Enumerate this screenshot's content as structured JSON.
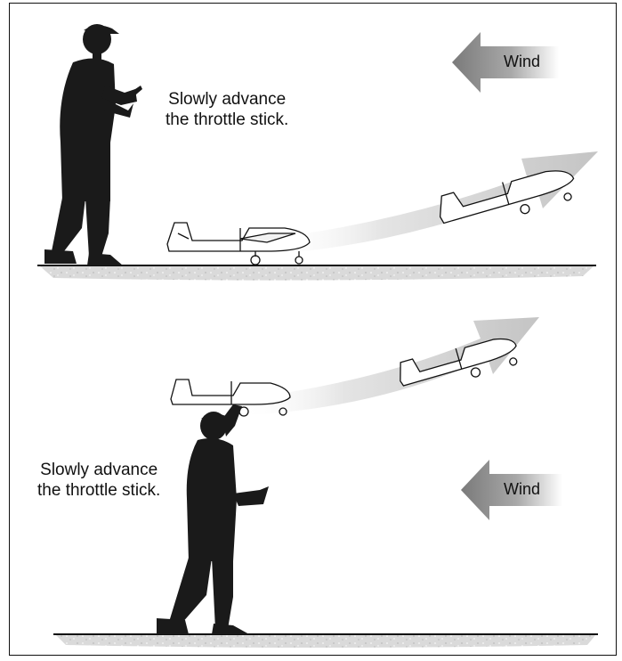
{
  "panels": [
    {
      "id": "ground-takeoff",
      "instruction": [
        "Slowly advance",
        "the throttle stick."
      ],
      "wind_label": "Wind"
    },
    {
      "id": "hand-launch",
      "instruction": [
        "Slowly advance",
        "the throttle stick."
      ],
      "wind_label": "Wind"
    }
  ],
  "colors": {
    "silhouette": "#1a1a1a",
    "ground": "#d8d8d8",
    "wind_arrow": "#8a8a8a",
    "path_arrow": "#cfcfcf",
    "line": "#111111"
  }
}
